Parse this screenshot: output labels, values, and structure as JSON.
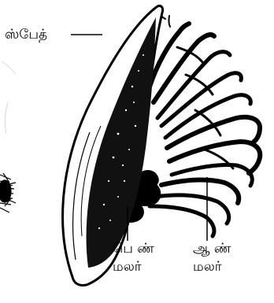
{
  "labels": {
    "spathe": "ஸ்பேத்",
    "female_flower_line1": "பெ ண்",
    "female_flower_line2": "மலர்",
    "male_flower_line1": "ஆ ண்",
    "male_flower_line2": "மலர்"
  },
  "colors": {
    "ink": "#000000",
    "paper": "#ffffff",
    "shade": "#1a1a1a"
  }
}
